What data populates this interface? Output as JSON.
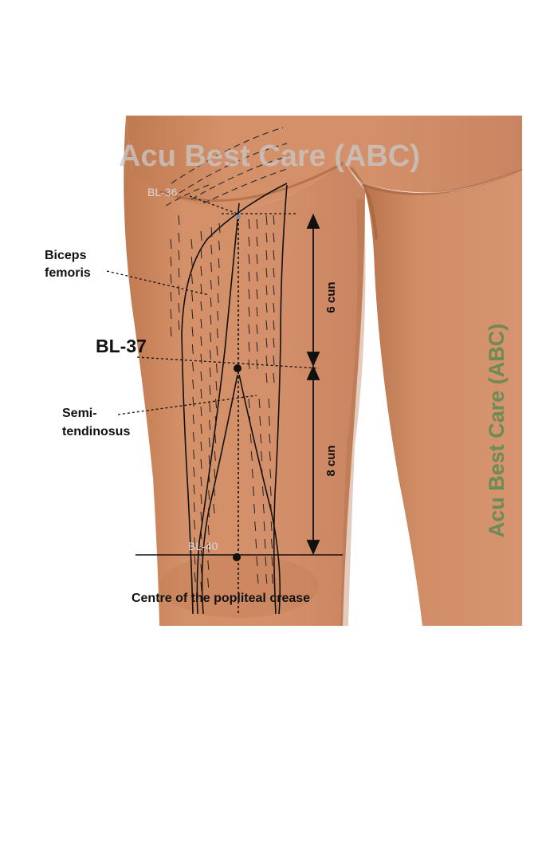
{
  "watermark": {
    "top": "Acu Best Care (ABC)",
    "side": "Acu Best Care (ABC)"
  },
  "points": {
    "bl36": "BL-36",
    "bl37": "BL-37",
    "bl40": "BL-40"
  },
  "muscles": {
    "biceps_line1": "Biceps",
    "biceps_line2": "femoris",
    "semi_line1": "Semi-",
    "semi_line2": "tendinosus"
  },
  "measurements": {
    "upper": "6 cun",
    "lower": "8 cun"
  },
  "crease_label": "Centre of the popliteal crease",
  "colors": {
    "skin": "#d08b63",
    "skin_shadow": "#a9643f",
    "line": "#111111",
    "watermark_side": "#6e8a55",
    "watermark_top": "#c9c9c9"
  }
}
